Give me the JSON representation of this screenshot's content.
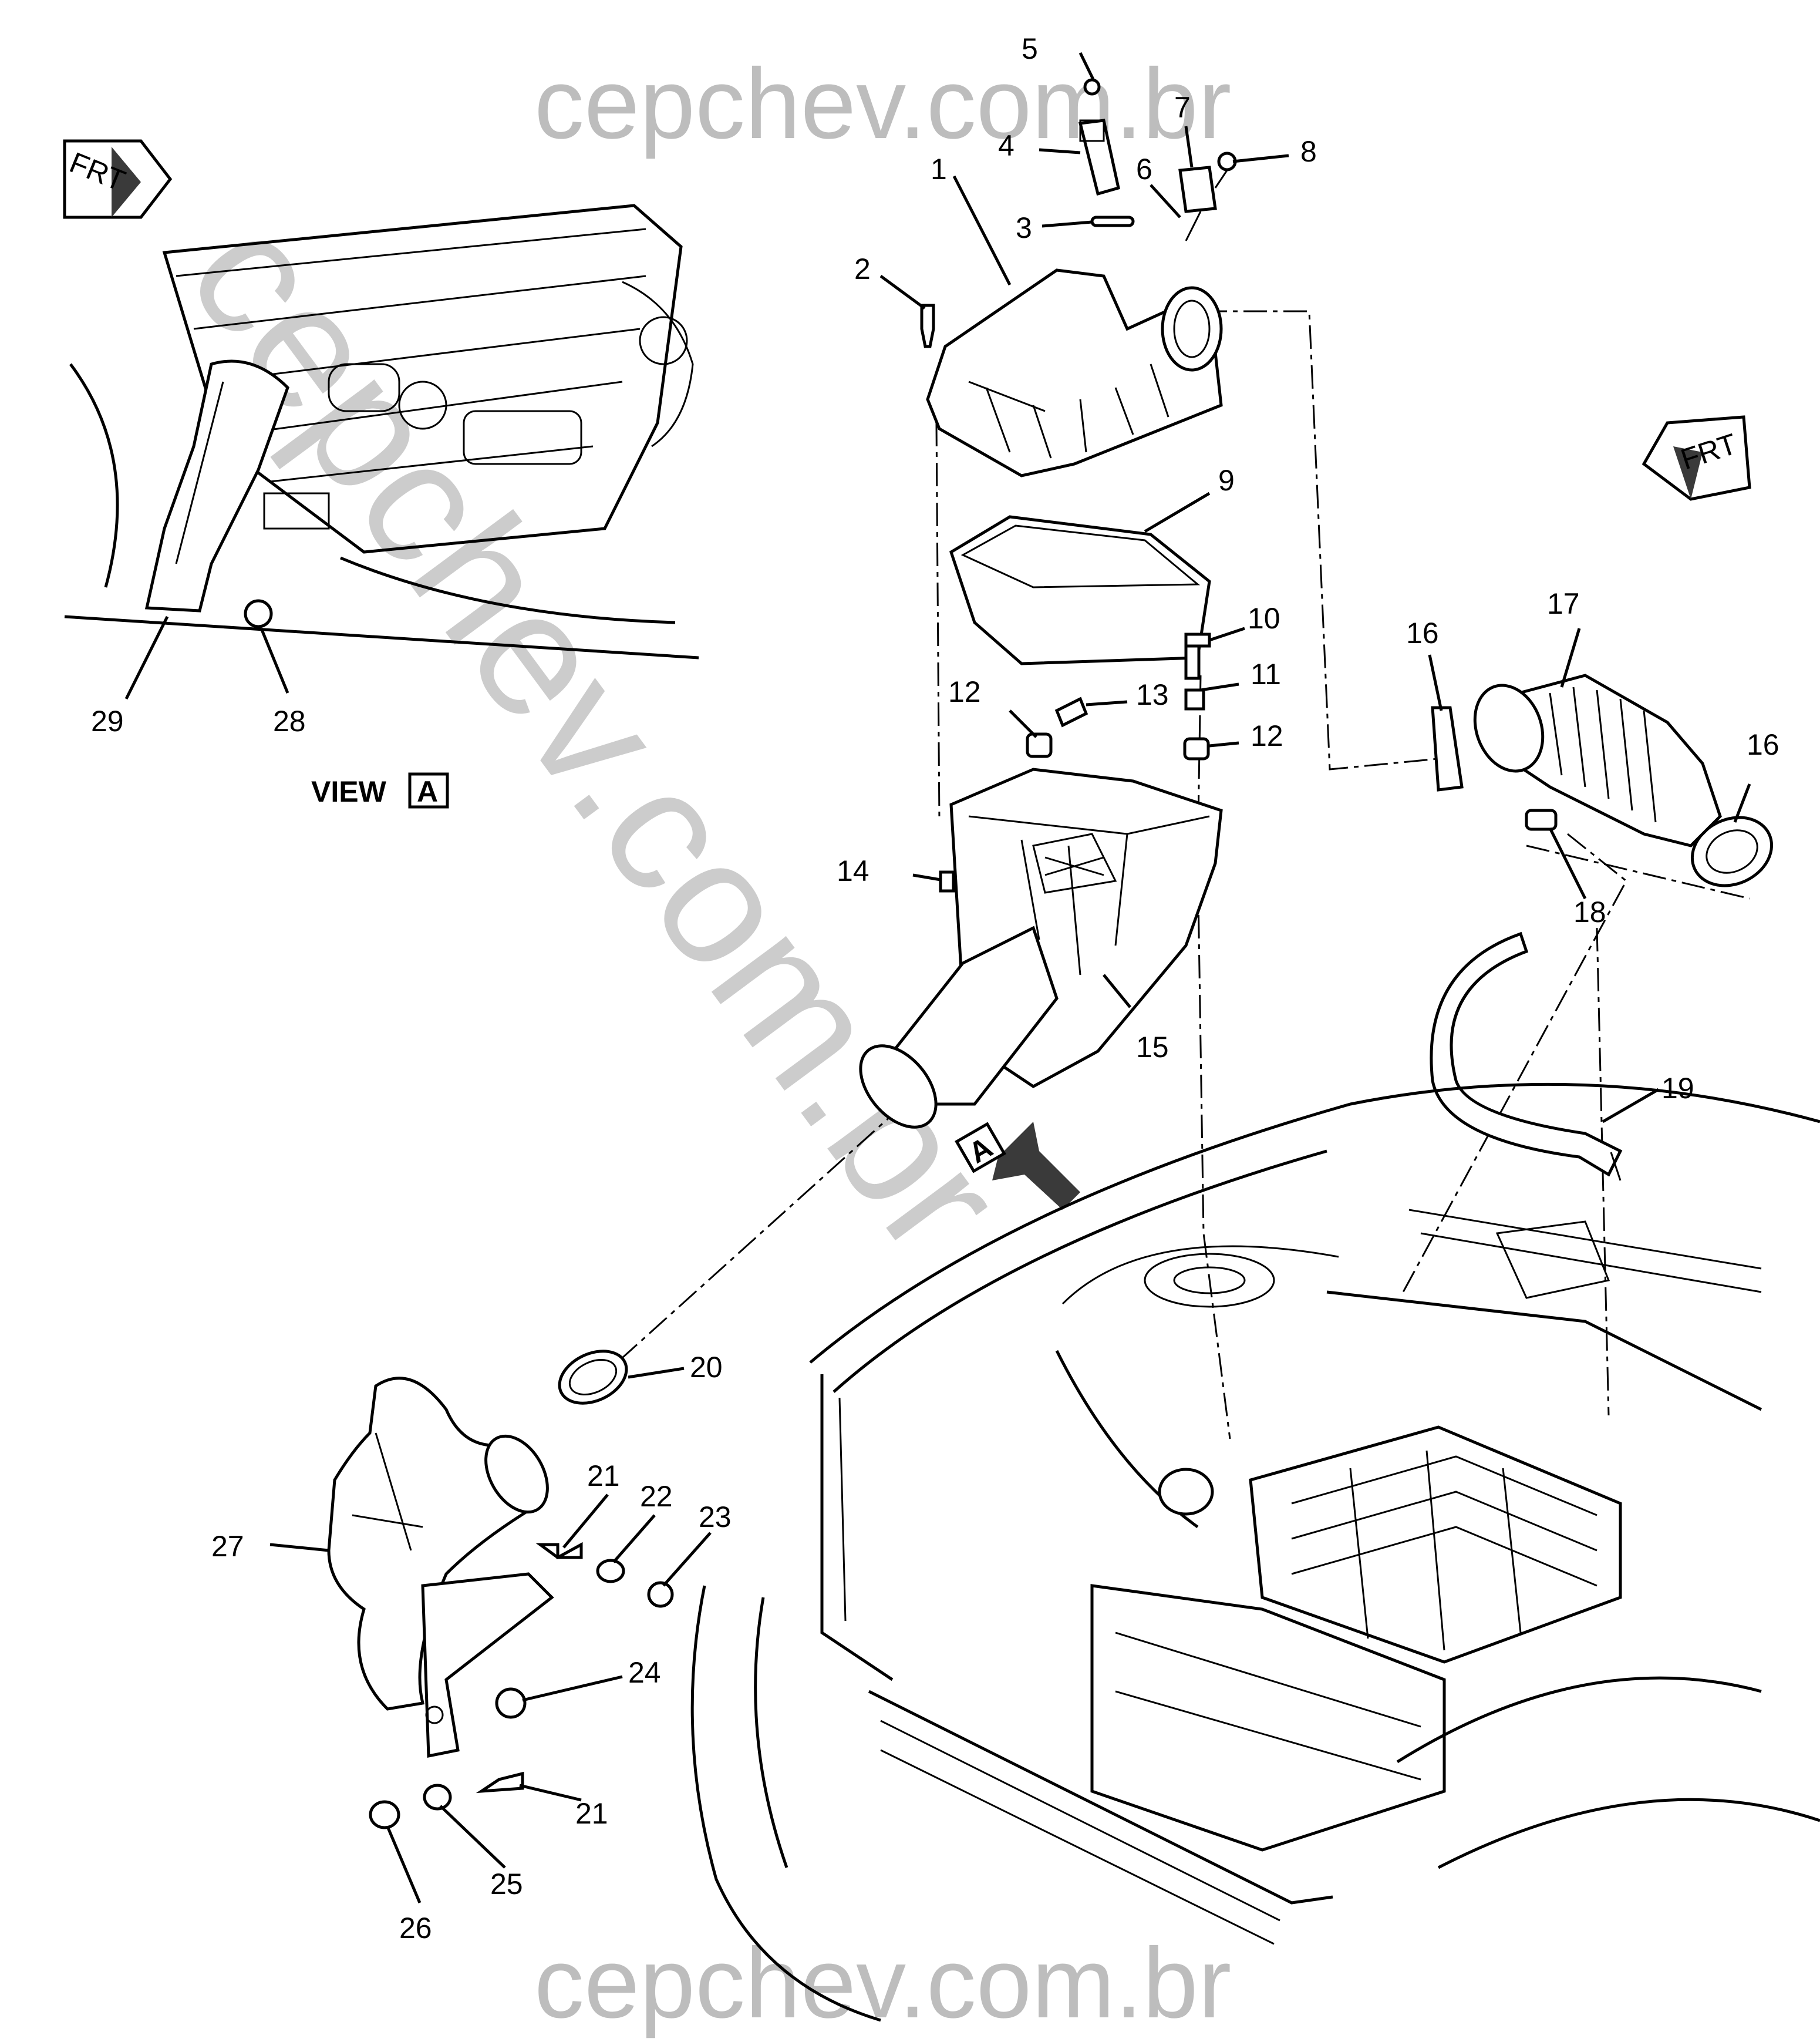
{
  "watermark": {
    "top": "cepchev.com.br",
    "bottom": "cepchev.com.br",
    "diagonal": "cepchev.com.br"
  },
  "view_label": {
    "text": "VIEW",
    "letter": "A"
  },
  "view_marker": "A",
  "front_arrows": {
    "left": "FRT",
    "right": "FRT"
  },
  "callouts": [
    "1",
    "2",
    "3",
    "4",
    "5",
    "6",
    "7",
    "8",
    "9",
    "10",
    "11",
    "12",
    "12",
    "13",
    "14",
    "15",
    "16",
    "16",
    "17",
    "18",
    "19",
    "20",
    "21",
    "21",
    "22",
    "23",
    "24",
    "25",
    "26",
    "27",
    "28",
    "29"
  ]
}
